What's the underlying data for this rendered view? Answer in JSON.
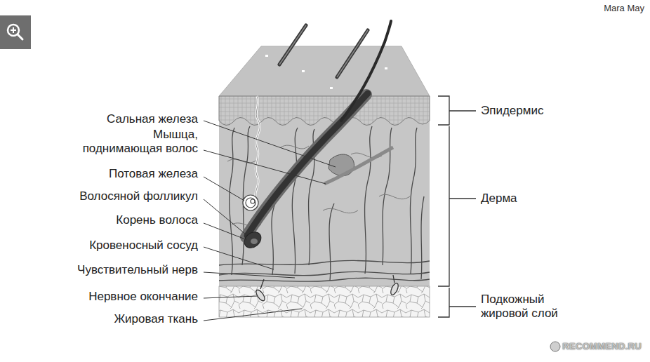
{
  "diagram": {
    "labels": [
      "Сальная железа",
      "Мышца, поднимающая волос",
      "Потовая железа",
      "Волосяной фолликул",
      "Корень волоса",
      "Кровеносный сосуд",
      "Чувствительный нерв",
      "Нервное окончание",
      "Жировая ткань",
      "Эпидермис",
      "Дерма",
      "Подкожный жировой слой",
      "Mara May",
      "RECOMMEND.RU"
    ]
  }
}
